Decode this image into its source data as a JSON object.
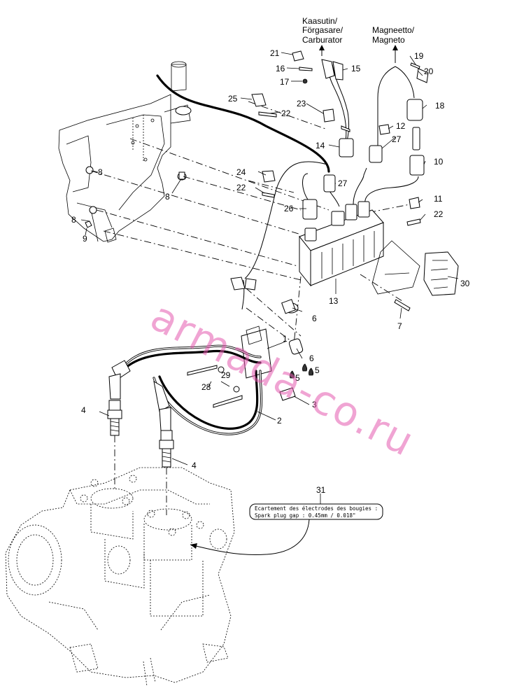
{
  "labels": {
    "carburator": [
      "Kaasutin/",
      "Förgasare/",
      "Carburator"
    ],
    "magneto": [
      "Magneetto/",
      "Magneto"
    ]
  },
  "callouts": {
    "n1": "1",
    "n2": "2",
    "n3": "3",
    "n4a": "4",
    "n4b": "4",
    "n5a": "5",
    "n5b": "5",
    "n6a": "6",
    "n6b": "6",
    "n7": "7",
    "n8a": "8",
    "n8b": "8",
    "n8c": "8",
    "n9": "9",
    "n10": "10",
    "n11": "11",
    "n12": "12",
    "n13": "13",
    "n14": "14",
    "n15": "15",
    "n16": "16",
    "n17": "17",
    "n18": "18",
    "n19": "19",
    "n20": "20",
    "n21": "21",
    "n22a": "22",
    "n22b": "22",
    "n22c": "22",
    "n23": "23",
    "n24": "24",
    "n25": "25",
    "n26": "26",
    "n27a": "27",
    "n27b": "27",
    "n28": "28",
    "n29": "29",
    "n30": "30",
    "n31": "31"
  },
  "note": {
    "line1": "Ecartement des électrodes des bougies :",
    "line2": "Spark plug gap :   0.45mm / 0.018\""
  },
  "watermark": "armada-co.ru"
}
